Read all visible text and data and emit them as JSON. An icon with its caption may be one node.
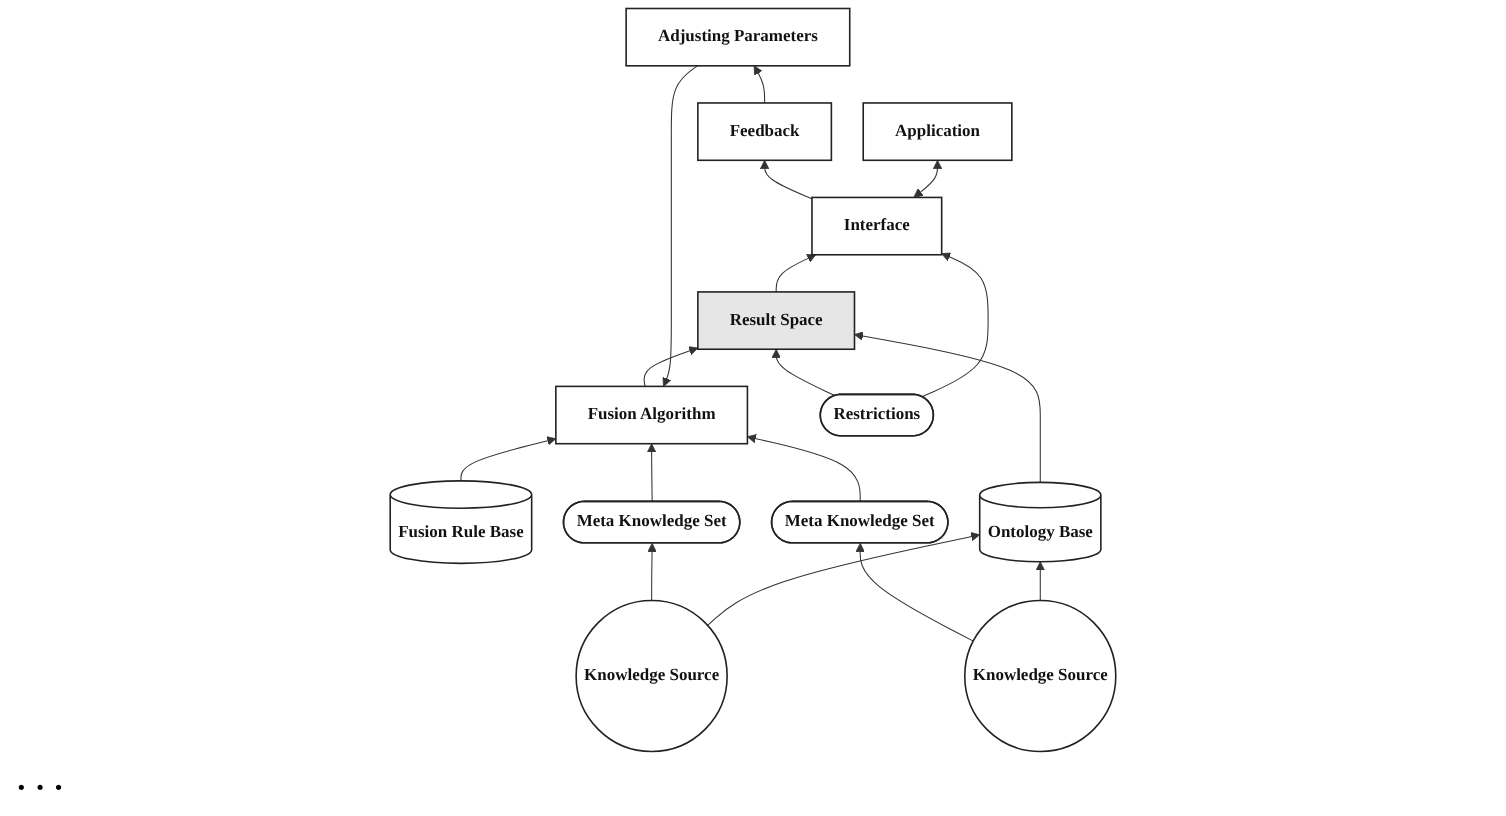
{
  "diagram": {
    "nodes": [
      {
        "text": [
          "Fusion Rule Base"
        ]
      },
      {
        "text": [
          "Adjusting Parameters"
        ]
      },
      {
        "text": [
          "Feedback"
        ]
      },
      {
        "text": [
          "Fusion Algorithm"
        ]
      },
      {
        "text": [
          "Meta Knowledge Set"
        ]
      },
      {
        "text": [
          "Meta Knowledge Set"
        ]
      },
      {
        "text": [
          "Restrictions"
        ]
      },
      {
        "text": [
          "Interface"
        ]
      },
      {
        "text": [
          "Application"
        ]
      },
      {
        "text": [
          "Knowledge Source"
        ]
      },
      {
        "text": [
          "Knowledge Source"
        ]
      },
      {
        "text": [
          "Result Space"
        ]
      },
      {
        "text": [
          "Ontology Base"
        ]
      }
    ],
    "edges": [
      {
        "from": 0,
        "to": 3,
        "arrow": "to"
      },
      {
        "from": 1,
        "to": 3,
        "arrow": "to"
      },
      {
        "from": 2,
        "to": 1,
        "arrow": "to"
      },
      {
        "from": 7,
        "to": 2,
        "arrow": "to"
      },
      {
        "from": 4,
        "to": 3,
        "arrow": "to"
      },
      {
        "from": 5,
        "to": 3,
        "arrow": "to"
      },
      {
        "from": 9,
        "to": 4,
        "arrow": "to"
      },
      {
        "from": 10,
        "to": 5,
        "arrow": "to"
      },
      {
        "from": 9,
        "to": 12,
        "arrow": "to"
      },
      {
        "from": 10,
        "to": 12,
        "arrow": "to"
      },
      {
        "from": 3,
        "to": 11,
        "arrow": "to"
      },
      {
        "from": 12,
        "to": 11,
        "arrow": "to"
      },
      {
        "from": 6,
        "to": 11,
        "arrow": "to"
      },
      {
        "from": 6,
        "to": 7,
        "arrow": "to"
      },
      {
        "from": 11,
        "to": 7,
        "arrow": "to"
      },
      {
        "from": 7,
        "to": 8,
        "arrow": "both"
      }
    ],
    "labels": [
      "· · ·"
    ]
  }
}
